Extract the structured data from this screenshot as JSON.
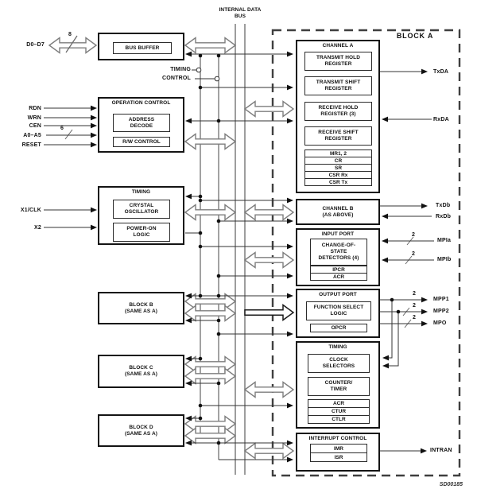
{
  "header": {
    "bus_label_line1": "INTERNAL DATA",
    "bus_label_line2": "BUS",
    "block_a_title": "BLOCK A",
    "figure_code": "SD00185"
  },
  "left_blocks": {
    "bus_buffer": {
      "label": "BUS BUFFER"
    },
    "operation_control": {
      "title": "OPERATION CONTROL",
      "address_decode_line1": "ADDRESS",
      "address_decode_line2": "DECODE",
      "rw_control": "R/W CONTROL"
    },
    "timing": {
      "title": "TIMING",
      "crystal_line1": "CRYSTAL",
      "crystal_line2": "OSCILLATOR",
      "power_line1": "POWER-ON",
      "power_line2": "LOGIC"
    },
    "block_b_line1": "BLOCK B",
    "block_b_line2": "(SAME AS A)",
    "block_c_line1": "BLOCK C",
    "block_c_line2": "(SAME AS A)",
    "block_d_line1": "BLOCK D",
    "block_d_line2": "(SAME AS A)"
  },
  "right_blocks": {
    "channel_a": {
      "title": "CHANNEL A",
      "reg1_line1": "TRANSMIT HOLD",
      "reg1_line2": "REGISTER",
      "reg2_line1": "TRANSMIT SHIFT",
      "reg2_line2": "REGISTER",
      "reg3_line1": "RECEIVE HOLD",
      "reg3_line2": "REGISTER (3)",
      "reg4_line1": "RECEIVE SHIFT",
      "reg4_line2": "REGISTER",
      "small_regs": [
        "MR1, 2",
        "CR",
        "SR",
        "CSR Rx",
        "CSR Tx"
      ]
    },
    "channel_b": {
      "line1": "CHANNEL B",
      "line2": "(AS ABOVE)"
    },
    "input_port": {
      "title": "INPUT PORT",
      "cos_line1": "CHANGE-OF-",
      "cos_line2": "STATE",
      "cos_line3": "DETECTORS (4)",
      "regs": [
        "IPCR",
        "ACR"
      ]
    },
    "output_port": {
      "title": "OUTPUT PORT",
      "fsl_line1": "FUNCTION SELECT",
      "fsl_line2": "LOGIC",
      "regs": [
        "OPCR"
      ]
    },
    "timing": {
      "title": "TIMING",
      "clock_line1": "CLOCK",
      "clock_line2": "SELECTORS",
      "counter_line1": "COUNTER/",
      "counter_line2": "TIMER",
      "regs": [
        "ACR",
        "CTUR",
        "CTLR"
      ]
    },
    "interrupt_control": {
      "title": "INTERRUPT CONTROL",
      "regs": [
        "IMR",
        "ISR"
      ]
    }
  },
  "left_signals": {
    "data_bus": {
      "label": "D0–D7",
      "bus_width": "8"
    },
    "timing_line": "TIMING",
    "control_line": "CONTROL",
    "rdn": "RDN",
    "wrn": "WRN",
    "cen": "CEN",
    "addr": {
      "label": "A0–A5",
      "bus_width": "6"
    },
    "reset": "RESET",
    "x1clk": "X1/CLK",
    "x2": "X2"
  },
  "right_signals": {
    "txda": "TxDA",
    "rxda": "RxDA",
    "txdb": "TxDb",
    "rxdb": "RxDb",
    "mpia": {
      "label": "MPIa",
      "bus_width": "2"
    },
    "mpib": {
      "label": "MPIb",
      "bus_width": "2"
    },
    "mpp1": {
      "label": "MPP1",
      "bus_width": "2"
    },
    "mpp2": {
      "label": "MPP2",
      "bus_width": "2"
    },
    "mpo": {
      "label": "MPO",
      "bus_width": "2"
    },
    "intran": "INTRAN"
  },
  "colors": {
    "line_black": "#1a1a1a",
    "line_gray": "#7d7d7d",
    "background": "#ffffff"
  }
}
